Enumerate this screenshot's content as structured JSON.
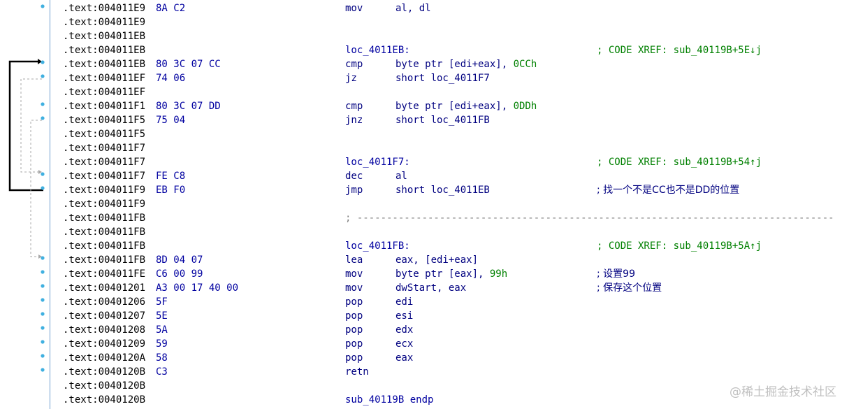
{
  "gutter": {
    "dot_color": "#40b0e0",
    "solid_arrow_color": "#000000",
    "dashed_arrow_color": "#a8a8a8"
  },
  "lines": [
    {
      "addr": ".text:004011E9",
      "bytes": "8A C2",
      "mnem": "mov",
      "ops": "al, dl",
      "dot": true
    },
    {
      "addr": ".text:004011E9"
    },
    {
      "addr": ".text:004011EB"
    },
    {
      "addr": ".text:004011EB",
      "label": "loc_4011EB:",
      "comment": "; CODE XREF: sub_40119B+5E↓j"
    },
    {
      "addr": ".text:004011EB",
      "bytes": "80 3C 07 CC",
      "mnem": "cmp",
      "ops": "byte ptr [edi+eax], ",
      "imm": "0CCh",
      "dot": true
    },
    {
      "addr": ".text:004011EF",
      "bytes": "74 06",
      "mnem": "jz",
      "ops": "short loc_4011F7",
      "dot": true
    },
    {
      "addr": ".text:004011EF"
    },
    {
      "addr": ".text:004011F1",
      "bytes": "80 3C 07 DD",
      "mnem": "cmp",
      "ops": "byte ptr [edi+eax], ",
      "imm": "0DDh",
      "dot": true
    },
    {
      "addr": ".text:004011F5",
      "bytes": "75 04",
      "mnem": "jnz",
      "ops": "short loc_4011FB",
      "dot": true
    },
    {
      "addr": ".text:004011F5"
    },
    {
      "addr": ".text:004011F7"
    },
    {
      "addr": ".text:004011F7",
      "label": "loc_4011F7:",
      "comment": "; CODE XREF: sub_40119B+54↑j"
    },
    {
      "addr": ".text:004011F7",
      "bytes": "FE C8",
      "mnem": "dec",
      "ops": "al",
      "dot": true
    },
    {
      "addr": ".text:004011F9",
      "bytes": "EB F0",
      "mnem": "jmp",
      "ops": "short loc_4011EB",
      "comment_cn": "; 找一个不是CC也不是DD的位置",
      "dot": true
    },
    {
      "addr": ".text:004011F9"
    },
    {
      "addr": ".text:004011FB",
      "separator": "; ---------------------------------------------------------------------------------"
    },
    {
      "addr": ".text:004011FB"
    },
    {
      "addr": ".text:004011FB",
      "label": "loc_4011FB:",
      "comment": "; CODE XREF: sub_40119B+5A↑j"
    },
    {
      "addr": ".text:004011FB",
      "bytes": "8D 04 07",
      "mnem": "lea",
      "ops": "eax, [edi+eax]",
      "dot": true
    },
    {
      "addr": ".text:004011FE",
      "bytes": "C6 00 99",
      "mnem": "mov",
      "ops": "byte ptr [eax], ",
      "imm": "99h",
      "comment_cn": "; 设置99",
      "dot": true
    },
    {
      "addr": ".text:00401201",
      "bytes": "A3 00 17 40 00",
      "mnem": "mov",
      "ops": "dwStart, eax",
      "comment_cn": "; 保存这个位置",
      "dot": true
    },
    {
      "addr": ".text:00401206",
      "bytes": "5F",
      "mnem": "pop",
      "ops": "edi",
      "dot": true
    },
    {
      "addr": ".text:00401207",
      "bytes": "5E",
      "mnem": "pop",
      "ops": "esi",
      "dot": true
    },
    {
      "addr": ".text:00401208",
      "bytes": "5A",
      "mnem": "pop",
      "ops": "edx",
      "dot": true
    },
    {
      "addr": ".text:00401209",
      "bytes": "59",
      "mnem": "pop",
      "ops": "ecx",
      "dot": true
    },
    {
      "addr": ".text:0040120A",
      "bytes": "58",
      "mnem": "pop",
      "ops": "eax",
      "dot": true
    },
    {
      "addr": ".text:0040120B",
      "bytes": "C3",
      "mnem": "retn",
      "ops": "",
      "dot": true
    },
    {
      "addr": ".text:0040120B"
    },
    {
      "addr": ".text:0040120B",
      "label": "sub_40119B endp"
    }
  ],
  "watermark": "@稀土掘金技术社区"
}
